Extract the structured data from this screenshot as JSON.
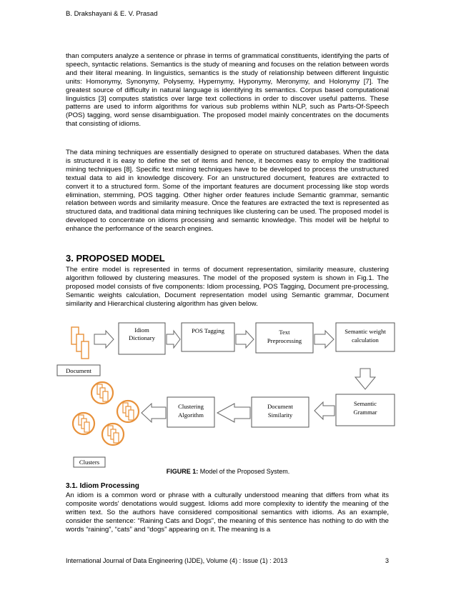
{
  "header": {
    "running_head": "B. Drakshayani & E. V. Prasad"
  },
  "body": {
    "para1": "than computers analyze a sentence or phrase in terms of grammatical constituents, identifying the parts of speech, syntactic relations. Semantics is the study of meaning and focuses on the relation between words and their literal meaning. In linguistics, semantics is the study of relationship between different linguistic units: Homonymy, Synonymy, Polysemy, Hypernymy, Hyponymy, Meronymy, and Holonymy [7]. The greatest source of difficulty in natural language is identifying its semantics. Corpus based computational linguistics [3] computes statistics over large text collections in order to discover useful patterns. These patterns are used to inform algorithms for various sub problems within NLP, such as Parts-Of-Speech (POS) tagging, word sense disambiguation. The proposed model mainly concentrates on the documents that consisting of idioms.",
    "para2": "The data mining techniques are essentially designed to operate on structured databases. When the data is structured it is easy to define the set of items and hence, it becomes easy to employ the traditional mining techniques [8]. Specific text mining techniques have to be developed to process the unstructured textual data to aid in knowledge discovery. For an unstructured document, features are extracted to convert it to a structured form. Some of the important features are document processing like stop words elimination, stemming, POS tagging. Other higher order features include Semantic grammar, semantic relation between words and similarity measure. Once the features are extracted the text is represented as structured data, and traditional data mining techniques like clustering can be used. The proposed model is developed to concentrate on idioms processing and semantic knowledge. This model will be helpful to enhance the performance of the search engines.",
    "section_title": "3. PROPOSED MODEL",
    "para3": "The entire model is represented in terms of document representation, similarity measure, clustering algorithm followed by clustering measures. The model of the proposed system is shown in Fig.1. The proposed model consists of five components: Idiom processing, POS Tagging, Document pre-processing, Semantic weights calculation, Document representation model using Semantic grammar, Document similarity and Hierarchical clustering algorithm has given below.",
    "subsection_title": "3.1. Idiom Processing",
    "para4": "An idiom is a common word or phrase with a culturally understood meaning that differs from what its composite words' denotations would suggest. Idioms add more complexity to identify the meaning of the written text. So the authors have considered compositional semantics with idioms. As an example, consider the sentence: “Raining Cats and Dogs”, the meaning of this sentence has nothing to do with the words “raining”, “cats” and “dogs” appearing on it. The meaning is a"
  },
  "figure": {
    "caption_label": "FIGURE 1:",
    "caption_text": " Model of the Proposed System.",
    "labels": {
      "idiom_1": "Idiom",
      "idiom_2": "Dictionary",
      "pos": "POS Tagging",
      "text_1": "Text",
      "text_2": "Preprocessing",
      "sw_1": "Semantic weight",
      "sw_2": "calculation",
      "document": "Document",
      "sg_1": "Semantic",
      "sg_2": "Grammar",
      "ds_1": "Document",
      "ds_2": "Similarity",
      "ca_1": "Clustering",
      "ca_2": "Algorithm",
      "clusters": "Clusters"
    },
    "colors": {
      "arrow_fill": "#ffffff",
      "arrow_stroke": "#666666",
      "cluster_stroke": "#e8913a"
    }
  },
  "footer": {
    "journal": "International Journal of Data Engineering (IJDE), Volume (4) : Issue (1) : 2013",
    "page_number": "3"
  }
}
